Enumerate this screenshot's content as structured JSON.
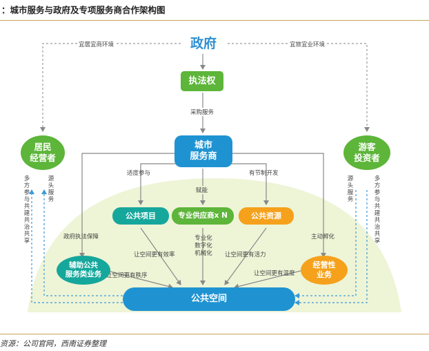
{
  "title": "：城市服务与政府及专项服务商合作架构图",
  "source": "资源：公司官网，西南证券整理",
  "nodes": {
    "gov": "政府",
    "enforcement": "执法权",
    "city_service_line1": "城市",
    "city_service_line2": "服务商",
    "residents_line1": "居民",
    "residents_line2": "经营者",
    "tourists_line1": "游客",
    "tourists_line2": "投资者",
    "public_project": "公共项目",
    "supplier": "专业供应商x N",
    "public_resource": "公共资源",
    "aux_service_line1": "辅助公共",
    "aux_service_line2": "服务类业务",
    "commercial_line1": "经营性",
    "commercial_line2": "业务",
    "public_space": "公共空间"
  },
  "labels": {
    "livable_env": "宜居宜商环境",
    "travel_env": "宜旅宜业环境",
    "procurement": "采购服务",
    "participation": "适度参与",
    "empower": "赋能",
    "regulated_dev": "有节制开发",
    "enforcement_support": "政府执法保障",
    "incubation": "主动孵化",
    "efficiency": "让空间更有效率",
    "vitality": "让空间更有活力",
    "order": "让空间更有秩序",
    "warmth": "让空间更有温度",
    "specialize_line1": "专业化",
    "specialize_line2": "数字化",
    "specialize_line3": "机械化",
    "left_participate": "多方参与共建共治共享",
    "left_source": "源头服务",
    "right_source": "源头服务",
    "right_participate": "多方参与共建共治共享"
  },
  "colors": {
    "blue": "#1f93d2",
    "green": "#5db53a",
    "teal": "#16a79c",
    "orange": "#f5a11c",
    "dome": "#eef4d6",
    "title_rule": "#c9a45a"
  }
}
